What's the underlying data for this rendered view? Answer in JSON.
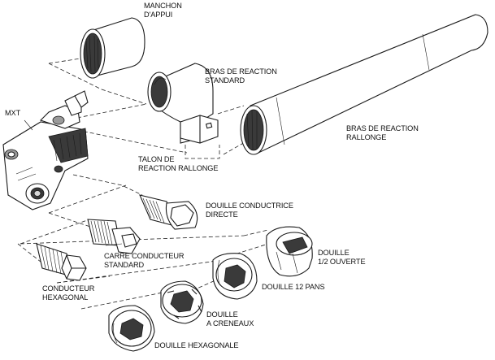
{
  "labels": {
    "manchon_1": "MANCHON",
    "manchon_2": "D'APPUI",
    "bras_std_1": "BRAS DE REACTION",
    "bras_std_2": "STANDARD",
    "mxt": "MXT",
    "bras_rall_1": "BRAS DE REACTION",
    "bras_rall_2": "RALLONGE",
    "talon_1": "TALON DE",
    "talon_2": "REACTION RALLONGE",
    "douille_cond_1": "DOUILLE CONDUCTRICE",
    "douille_cond_2": "DIRECTE",
    "carre_1": "CARRE CONDUCTEUR",
    "carre_2": "STANDARD",
    "douille_ouv_1": "DOUILLE",
    "douille_ouv_2": "1/2 OUVERTE",
    "conducteur_1": "CONDUCTEUR",
    "conducteur_2": "HEXAGONAL",
    "douille_12": "DOUILLE 12 PANS",
    "douille_cren_1": "DOUILLE",
    "douille_cren_2": "A CRENEAUX",
    "douille_hex": "DOUILLE HEXAGONALE"
  }
}
